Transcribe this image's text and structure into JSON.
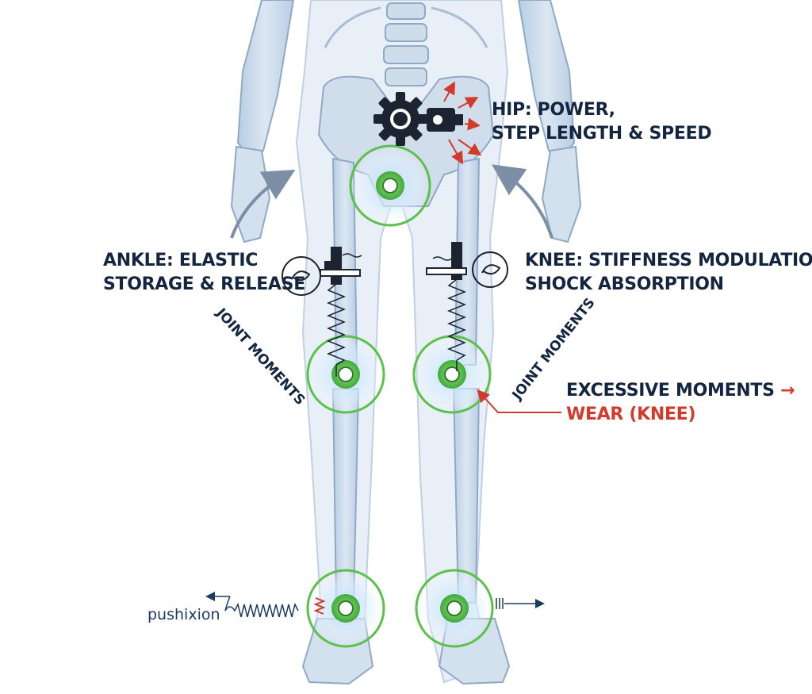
{
  "labels": {
    "hip_line1": "HIP: POWER,",
    "hip_line2": "STEP LENGTH & SPEED",
    "ankle_line1": "ANKLE: ELASTIC",
    "ankle_line2": "STORAGE & RELEASE",
    "knee_line1": "KNEE: STIFFNESS MODULATION,",
    "knee_line2": "SHOCK ABSORPTION",
    "joint_moments_left": "JOINT MOMENTS",
    "joint_moments_right": "JOINT MOMENTS",
    "excessive_line1": "EXCESSIVE MOMENTS",
    "excessive_arrow": "→",
    "excessive_line2": "WEAR (KNEE)",
    "pushixion": "pushixion"
  },
  "colors": {
    "text_dark": "#14253f",
    "accent_red": "#d23a2c",
    "bone_fill": "#c9d8e8",
    "bone_stroke": "#8fa9c6",
    "joint_green": "#5cc14a",
    "joint_glow": "#d7ecfb",
    "gear": "#1b2430"
  },
  "icons": {
    "hip_actuator": "gear-motor-icon",
    "ankle_mechanism": "spring-actuator-icon",
    "knee_mechanism": "spring-actuator-icon"
  }
}
